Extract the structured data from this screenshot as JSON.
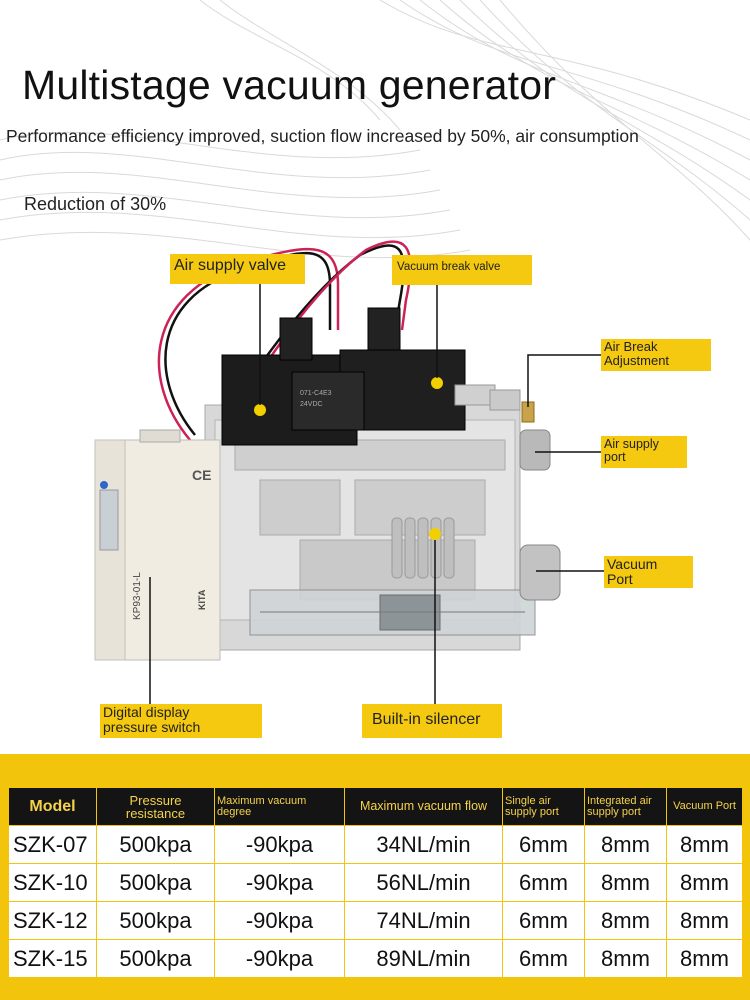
{
  "header": {
    "title": "Multistage vacuum generator",
    "subtitle": "Performance efficiency improved, suction flow increased by 50%, air consumption",
    "subtitle2": "Reduction of 30%"
  },
  "callouts": {
    "air_supply_valve": "Air supply valve",
    "vacuum_break_valve": "Vacuum break valve",
    "air_break_adjustment_1": "Air Break",
    "air_break_adjustment_2": "Adjustment",
    "air_supply_port_1": "Air supply",
    "air_supply_port_2": "port",
    "vacuum_port_1": "Vacuum",
    "vacuum_port_2": "Port",
    "digital_display_1": "Digital display",
    "digital_display_2": "pressure switch",
    "built_in_silencer": "Built-in silencer"
  },
  "product_print": {
    "switch_model": "KP93-01-L",
    "brand": "KITA",
    "valve_model": "071-C4E3",
    "valve_voltage": "24VDC"
  },
  "table": {
    "headers": {
      "model": "Model",
      "pressure_1": "Pressure",
      "pressure_2": "resistance",
      "max_vacuum_degree_1": "Maximum vacuum",
      "max_vacuum_degree_2": "degree",
      "max_vacuum_flow": "Maximum vacuum flow",
      "single_air_1": "Single air",
      "single_air_2": "supply port",
      "integrated_air_1": "Integrated air",
      "integrated_air_2": "supply port",
      "vacuum_port": "Vacuum Port"
    },
    "rows": [
      [
        "SZK-07",
        "500kpa",
        "-90kpa",
        "34NL/min",
        "6mm",
        "8mm",
        "8mm"
      ],
      [
        "SZK-10",
        "500kpa",
        "-90kpa",
        "56NL/min",
        "6mm",
        "8mm",
        "8mm"
      ],
      [
        "SZK-12",
        "500kpa",
        "-90kpa",
        "74NL/min",
        "6mm",
        "8mm",
        "8mm"
      ],
      [
        "SZK-15",
        "500kpa",
        "-90kpa",
        "89NL/min",
        "6mm",
        "8mm",
        "8mm"
      ]
    ]
  },
  "colors": {
    "accent_yellow": "#f4c90f",
    "header_dark": "#141414",
    "header_text": "#f5d24a"
  }
}
